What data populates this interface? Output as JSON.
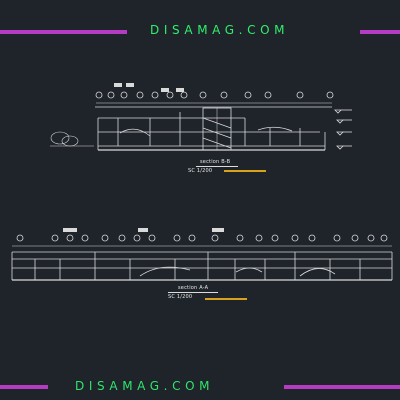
{
  "watermark": {
    "top": "DISAMAG.COM",
    "bottom": "DISAMAG.COM"
  },
  "sections": [
    {
      "title": "section B-B",
      "scale": "SC 1/200"
    },
    {
      "title": "section A-A",
      "scale": "SC 1/200"
    }
  ],
  "colors": {
    "background": "#1f232a",
    "line": "#d9d9d9",
    "accent_bar": "#b53cc2",
    "watermark": "#2ef06a",
    "underline": "#d8a21c"
  }
}
